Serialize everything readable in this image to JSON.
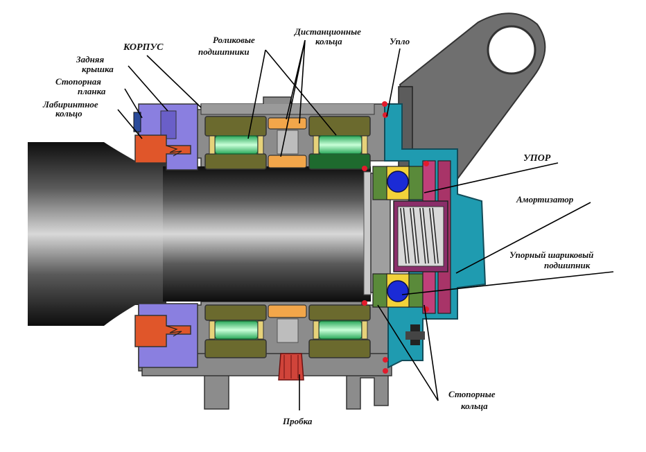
{
  "labels": {
    "korpus": "КОРПУС",
    "zadnyaya_kryshka": [
      "Задняя",
      "крышка"
    ],
    "stopornaya_planka": [
      "Стопорная",
      "планка"
    ],
    "labirintnoe_koltso": [
      "Лабиринтное",
      "кольцо"
    ],
    "rolikovye_podshipniki": [
      "Роликовые",
      "подшипники"
    ],
    "distantsionnye_koltsa": [
      "Дистанционные",
      "кольца"
    ],
    "uplo": "Упло",
    "upor": "УПОР",
    "amortizator": "Амортизатор",
    "upornyi_sharikovyi": [
      "Упорный шариковый",
      "подшипник"
    ],
    "stopornye_koltsa": [
      "Стопорные",
      "кольца"
    ],
    "probka": "Пробка"
  },
  "colors": {
    "housing": "#8c8c8c",
    "housing_dark": "#6e6e6e",
    "shaft": "#3a3a3a",
    "cover": "#8a7fe0",
    "labyrinth": "#e0562a",
    "bearing_outer": "#6b6a2e",
    "roller": "#45d67a",
    "spacer": "#f2a64a",
    "upor_housing": "#1f9bb0",
    "shock_absorber": "#b0407c",
    "ball": "#1b2bd6",
    "lock_dot": "#e21b2c"
  }
}
